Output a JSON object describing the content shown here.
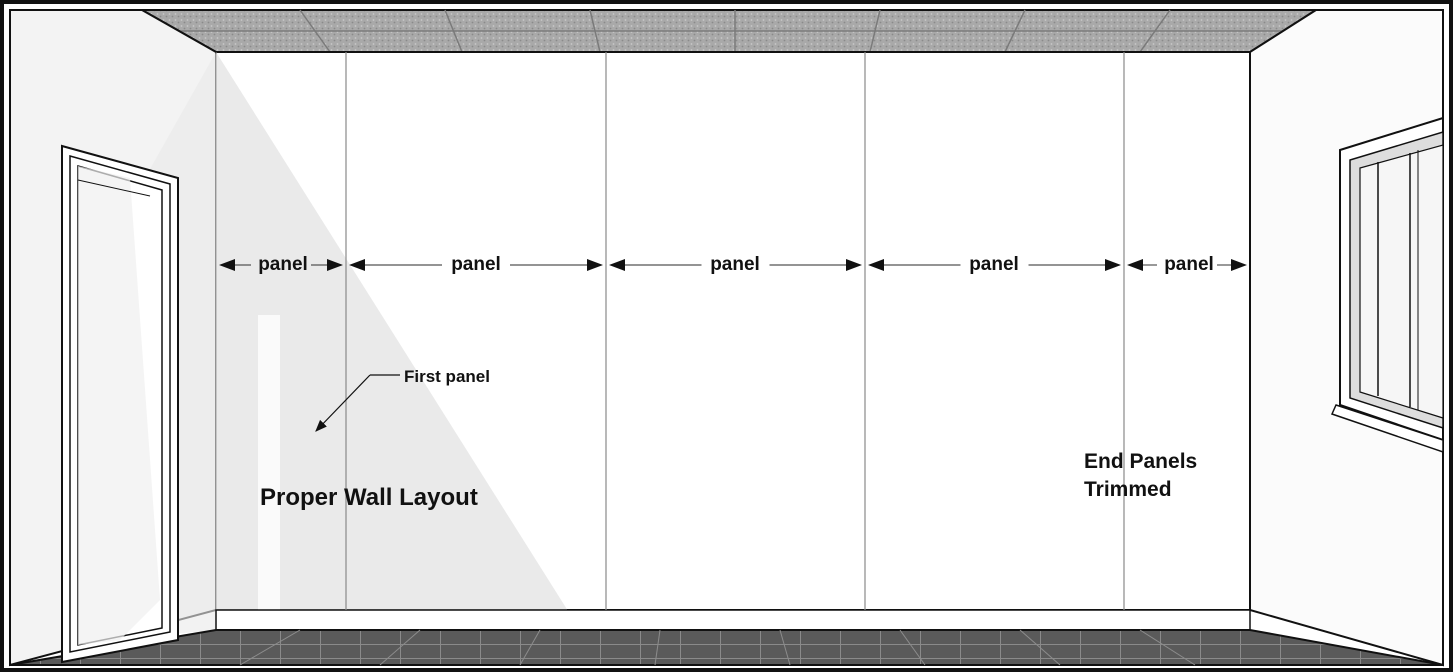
{
  "panel_labels": [
    "panel",
    "panel",
    "panel",
    "panel",
    "panel"
  ],
  "callout": "First panel",
  "caption": "Proper Wall Layout",
  "end_note": [
    "End Panels",
    "Trimmed"
  ],
  "colors": {
    "frame": "#111111",
    "wall": "#ffffff",
    "side_wall": "#f2f2f2",
    "shadow": "#e4e4e4",
    "ceiling": "#a9a9a9",
    "floor": "#555555",
    "seam": "#8a8a8a"
  }
}
